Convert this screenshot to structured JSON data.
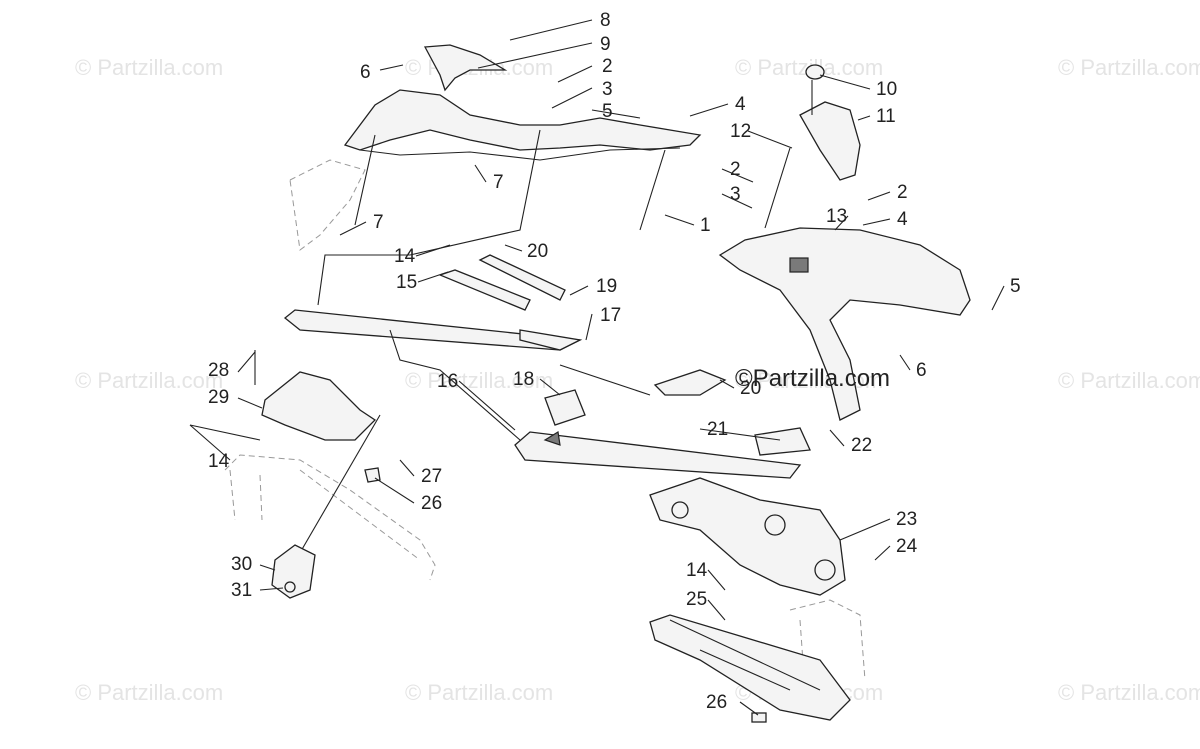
{
  "watermarks": [
    "© Partzilla.com",
    "© Partzilla.com",
    "© Partzilla.com",
    "© Partzilla.com",
    "© Partzilla.com",
    "© Partzilla.com",
    "© Partzilla.com",
    "© Partzilla.com",
    "© Partzilla.com",
    "© Partzilla.com",
    "© Partzilla.com",
    "© Partzilla.com"
  ],
  "center_watermark": "©Partzilla.com",
  "callouts": [
    "8",
    "9",
    "6",
    "2",
    "3",
    "5",
    "4",
    "10",
    "11",
    "12",
    "7",
    "7",
    "2",
    "3",
    "2",
    "13",
    "4",
    "1",
    "14",
    "20",
    "15",
    "19",
    "17",
    "5",
    "6",
    "28",
    "29",
    "16",
    "18",
    "20",
    "21",
    "22",
    "14",
    "27",
    "26",
    "23",
    "24",
    "30",
    "31",
    "14",
    "25",
    "26"
  ]
}
